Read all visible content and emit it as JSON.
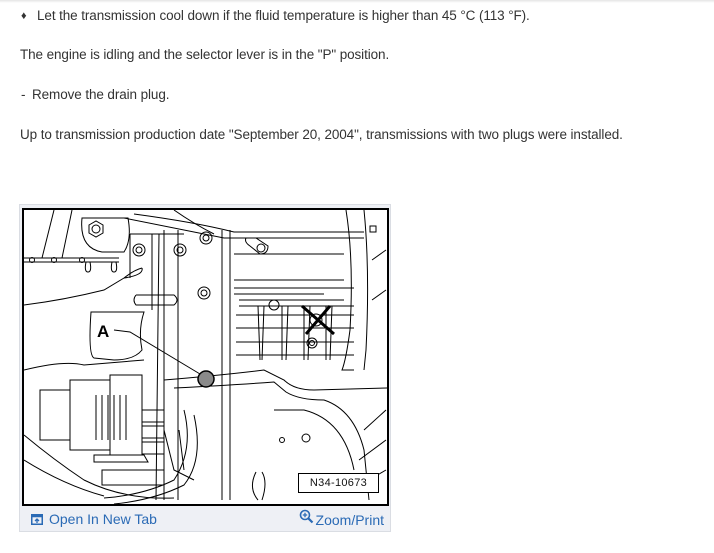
{
  "content": {
    "bullet_glyph": "♦",
    "bullet_text": "Let the transmission cool down if the fluid temperature is higher than 45 °C (113 °F).",
    "paragraph_1": "The engine is idling and the selector lever is in the \"P\" position.",
    "step_dash": "-",
    "step_text": "Remove the drain plug.",
    "paragraph_2": "Up to transmission production date \"September 20, 2004\", transmissions with two plugs were installed."
  },
  "figure": {
    "callout_label": "A",
    "reference_code": "N34-10673",
    "description": "Transmission underside line drawing showing drain plug A and crossed-out second plug",
    "colors": {
      "frame": "#000000",
      "drain_plug_fill": "#8a8a8a",
      "card_background": "#eef0f5"
    }
  },
  "footer": {
    "open_label": "Open In New Tab",
    "open_icon": "open-new-tab-icon",
    "zoom_label": "Zoom/Print",
    "zoom_icon": "magnifier-plus-icon",
    "link_color": "#2a6ab5"
  }
}
